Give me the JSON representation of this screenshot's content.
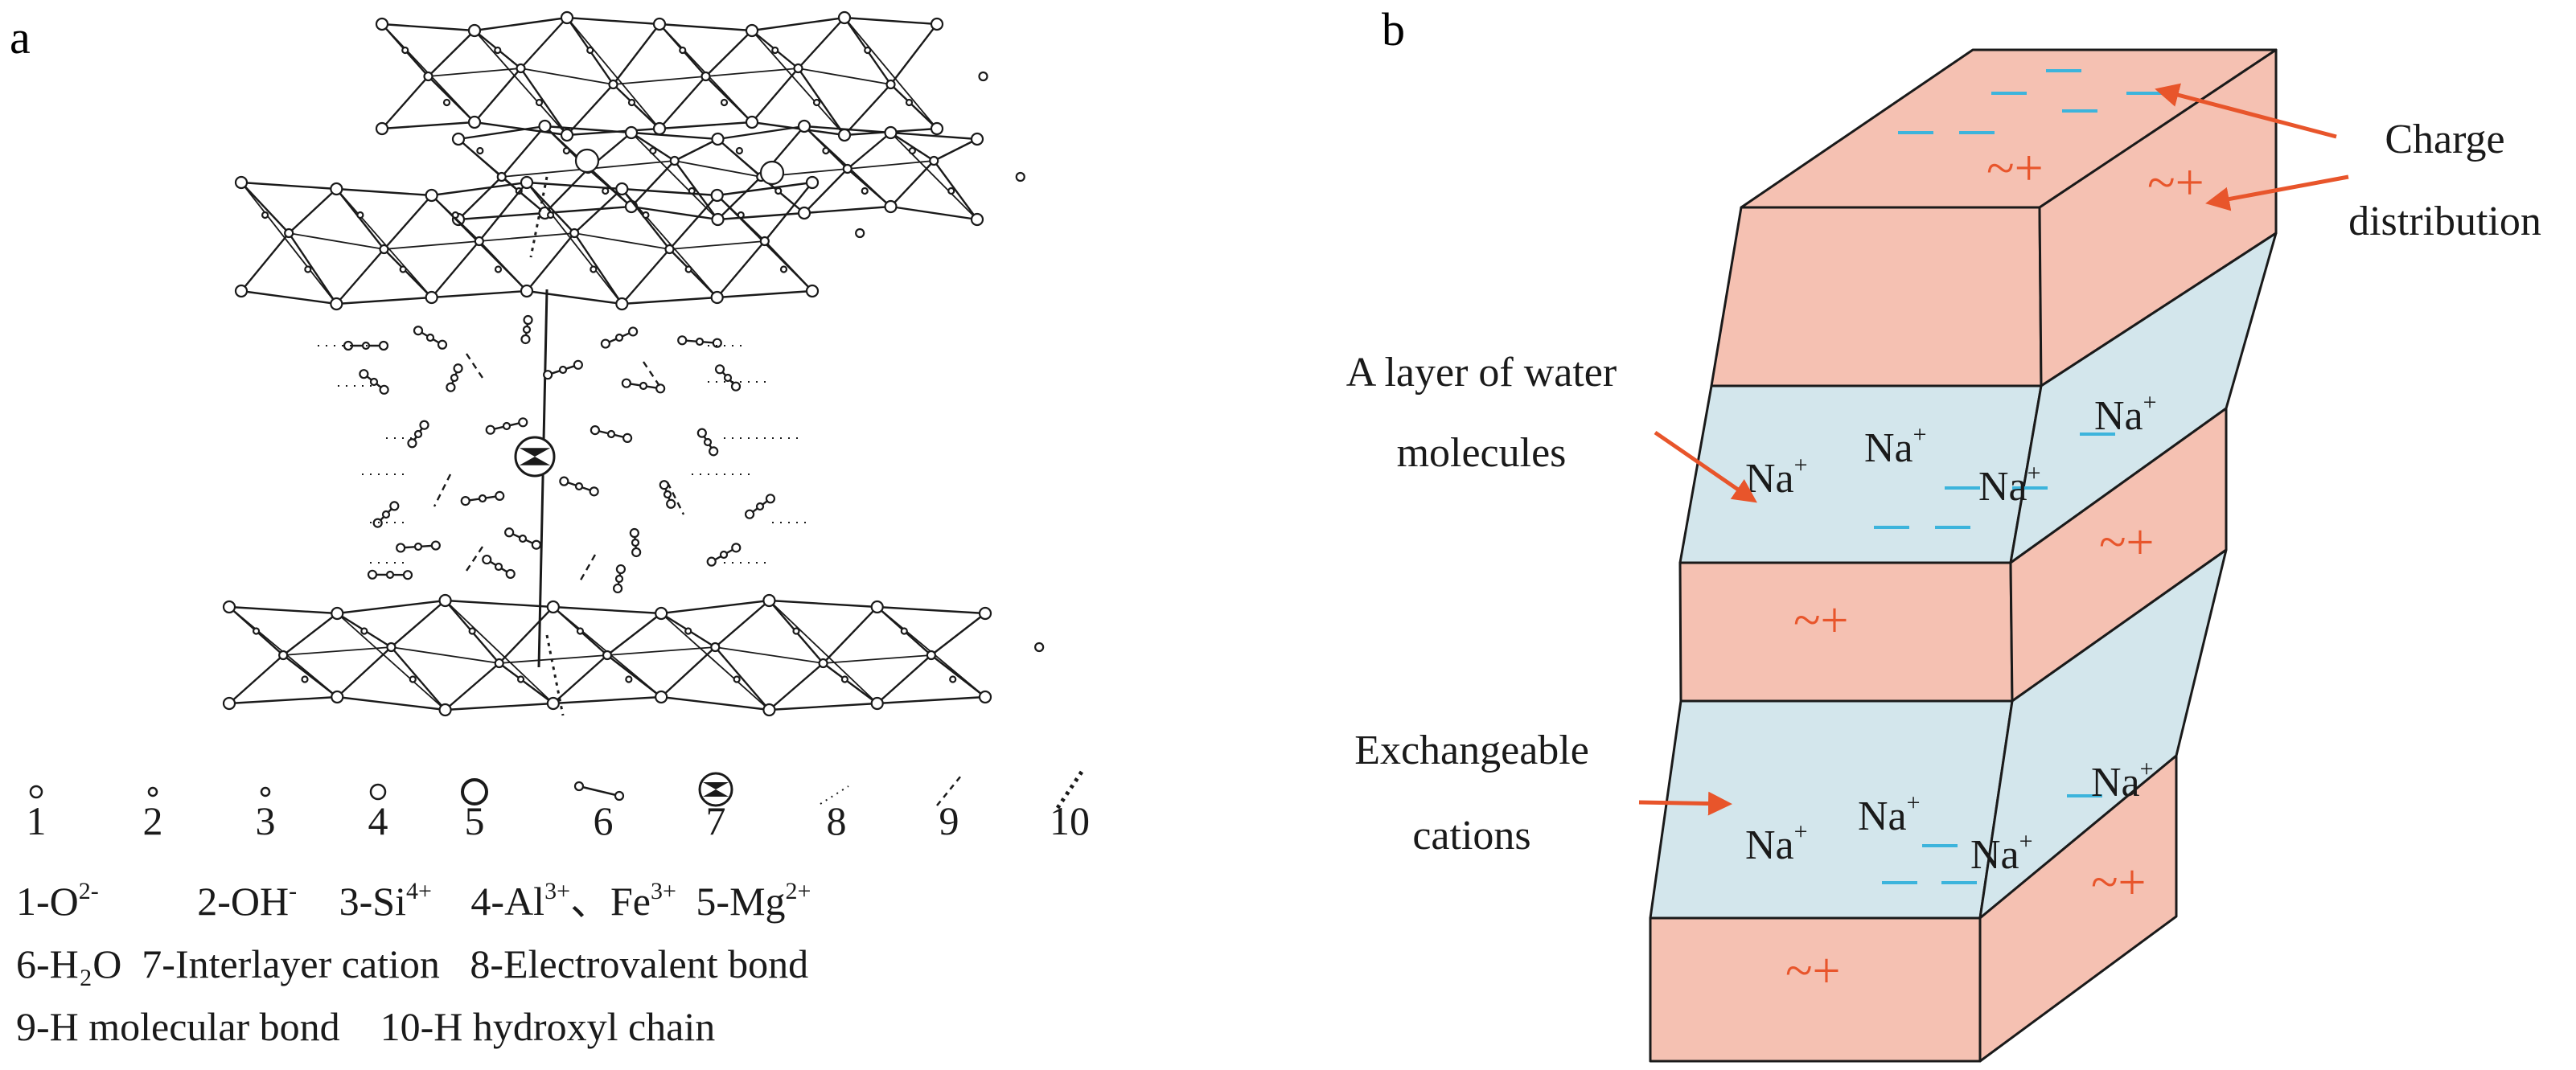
{
  "panel_a": {
    "label": "a",
    "legend_numbers": [
      "1",
      "2",
      "3",
      "4",
      "5",
      "6",
      "7",
      "8",
      "9",
      "10"
    ],
    "legend_line1": [
      {
        "num": "1",
        "sym": "O",
        "sup": "2-"
      },
      {
        "num": "2",
        "sym": "OH",
        "sup": "-"
      },
      {
        "num": "3",
        "sym": "Si",
        "sup": "4+"
      },
      {
        "num": "4",
        "sym": "Al",
        "sup": "3+",
        "sep": "、",
        "sym2": "Fe",
        "sup2": "3+"
      },
      {
        "num": "5",
        "sym": "Mg",
        "sup": "2+"
      }
    ],
    "legend_line2": "6-H₂O  7-Interlayer cation   8-Electrovalent bond",
    "legend_line3": "9-H molecular bond    10-H hydroxyl chain"
  },
  "panel_b": {
    "label": "b",
    "callouts": {
      "charge": [
        "Charge",
        "distribution"
      ],
      "water": [
        "A layer of water",
        "molecules"
      ],
      "cations": [
        "Exchangeable",
        "cations"
      ]
    },
    "cation_label": "Na",
    "cation_charge": "+",
    "positive_mark": "~+",
    "negative_mark": "—"
  },
  "colors": {
    "clay_layer": "#f5c1b2",
    "water_layer": "#d3e6ec",
    "arrow": "#e8552b",
    "negative_charge": "#3cb4dc",
    "positive_charge": "#e8552b",
    "line": "#1a1a1a"
  }
}
